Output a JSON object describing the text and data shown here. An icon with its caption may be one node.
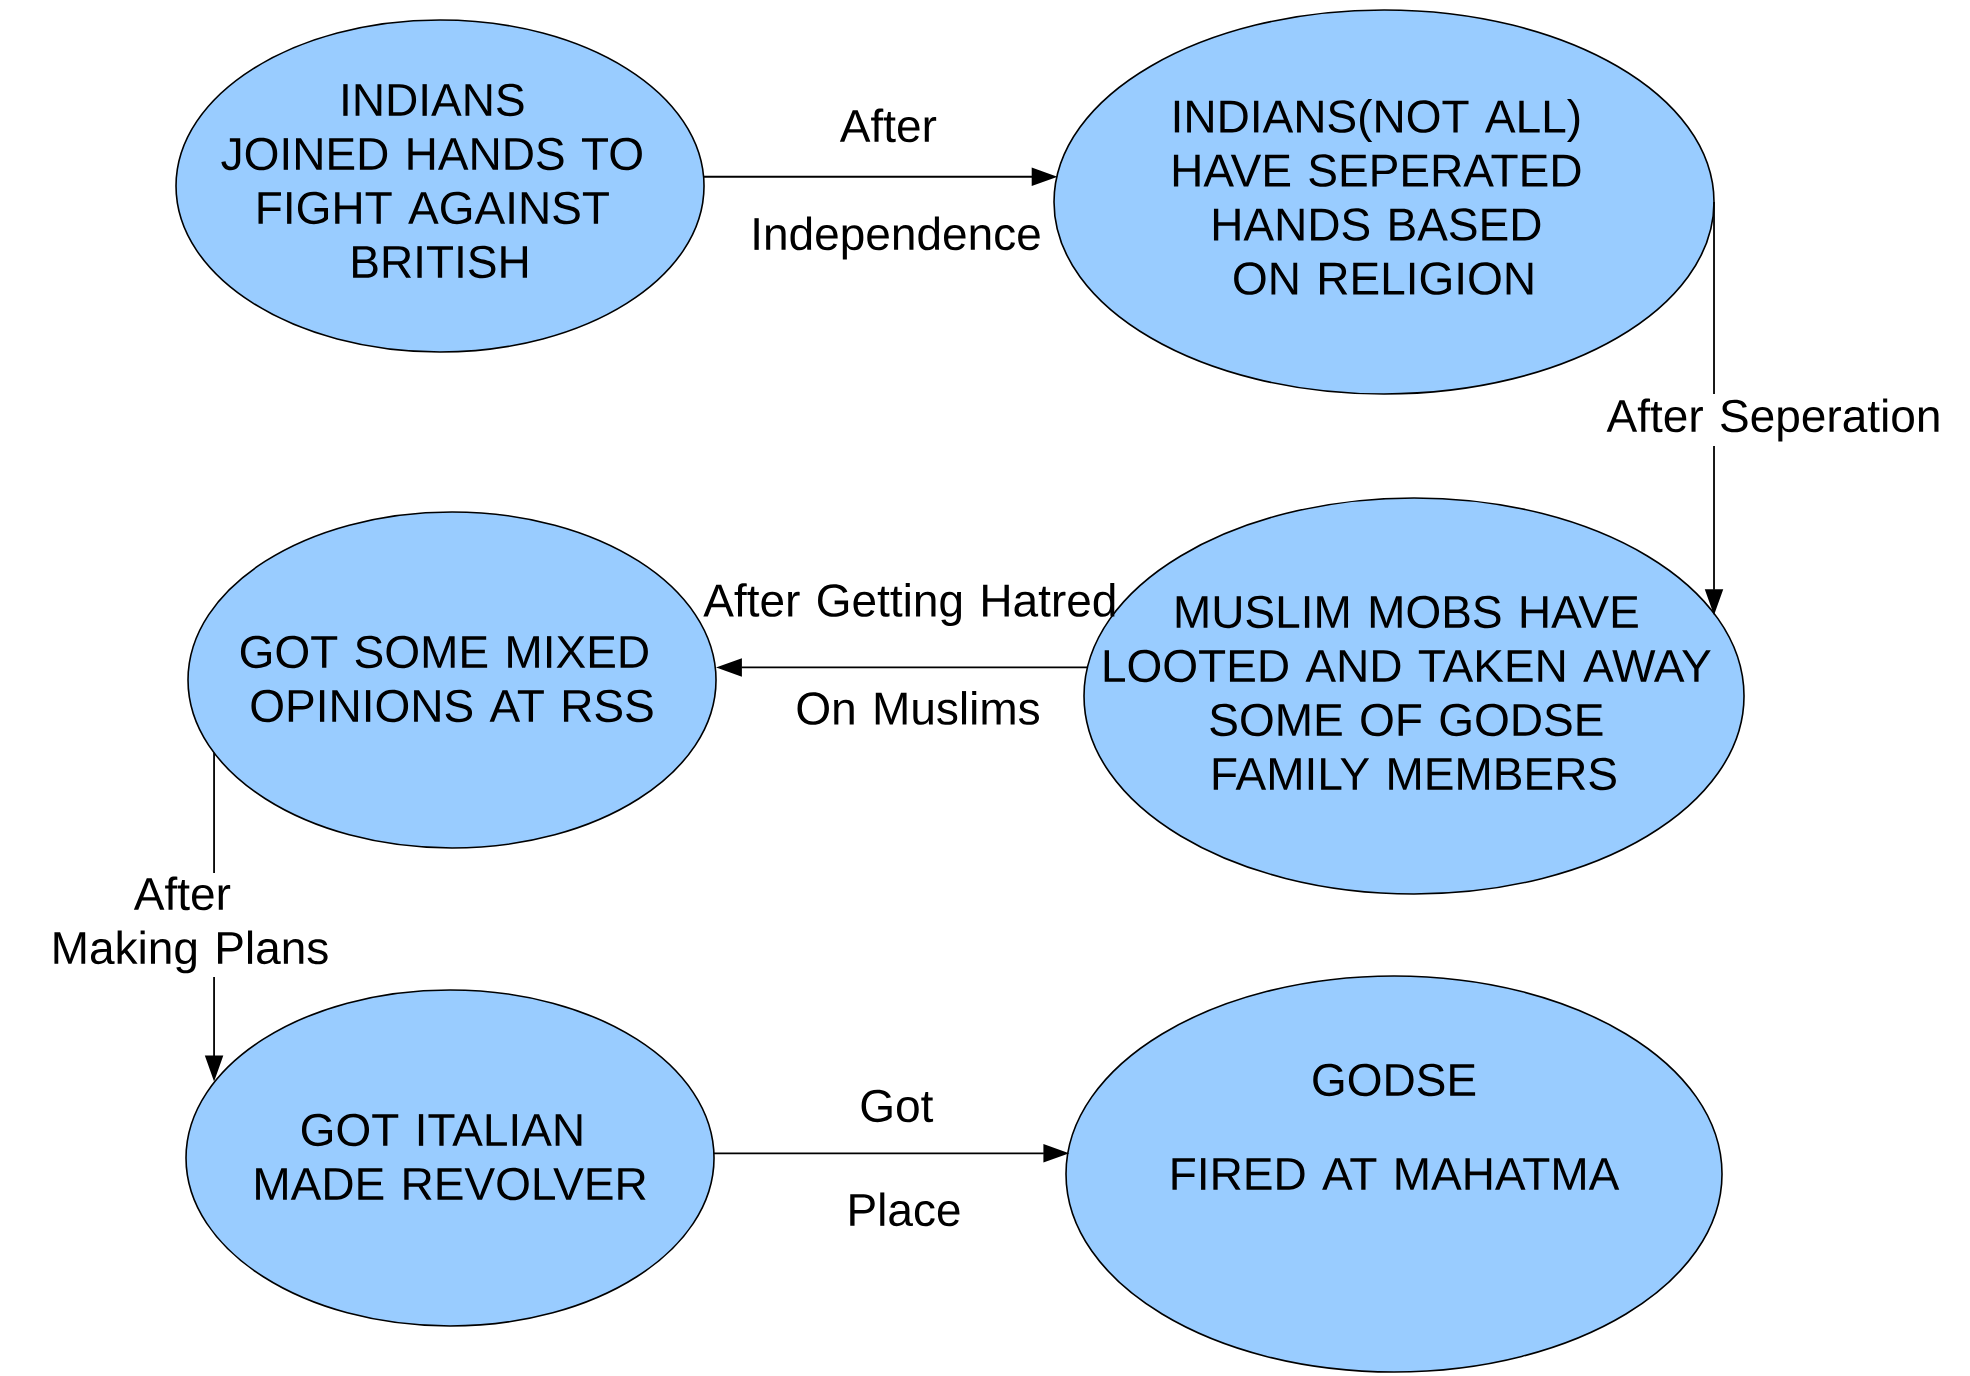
{
  "diagram": {
    "nodes": [
      {
        "text": [
          "INDIANS JOINED HANDS TO FIGHT AGAINST BRITISH"
        ]
      },
      {
        "text": [
          "INDIANS(NOT ALL) HAVE SEPERATED HANDS BASED ON RELIGION"
        ]
      },
      {
        "text": [
          "GOT SOME MIXED OPINIONS AT RSS"
        ]
      },
      {
        "text": [
          "MUSLIM MOBS HAVE LOOTED AND TAKEN AWAY SOME OF GODSE FAMILY MEMBERS"
        ]
      },
      {
        "text": [
          "GOT ITALIAN MADE REVOLVER"
        ]
      },
      {
        "text": [
          "GODSE",
          "FIRED AT MAHATMA"
        ]
      }
    ],
    "edges": [
      {
        "from": 0,
        "to": 1,
        "arrow": "to",
        "label": "After Independence"
      },
      {
        "from": 1,
        "to": 3,
        "arrow": "to",
        "label": "After Seperation"
      },
      {
        "from": 3,
        "to": 2,
        "arrow": "to",
        "label": "After Getting Hatred On Muslims"
      },
      {
        "from": 2,
        "to": 4,
        "arrow": "to",
        "label": "After Making Plans"
      },
      {
        "from": 4,
        "to": 5,
        "arrow": "to",
        "label": "Got Place"
      }
    ]
  }
}
